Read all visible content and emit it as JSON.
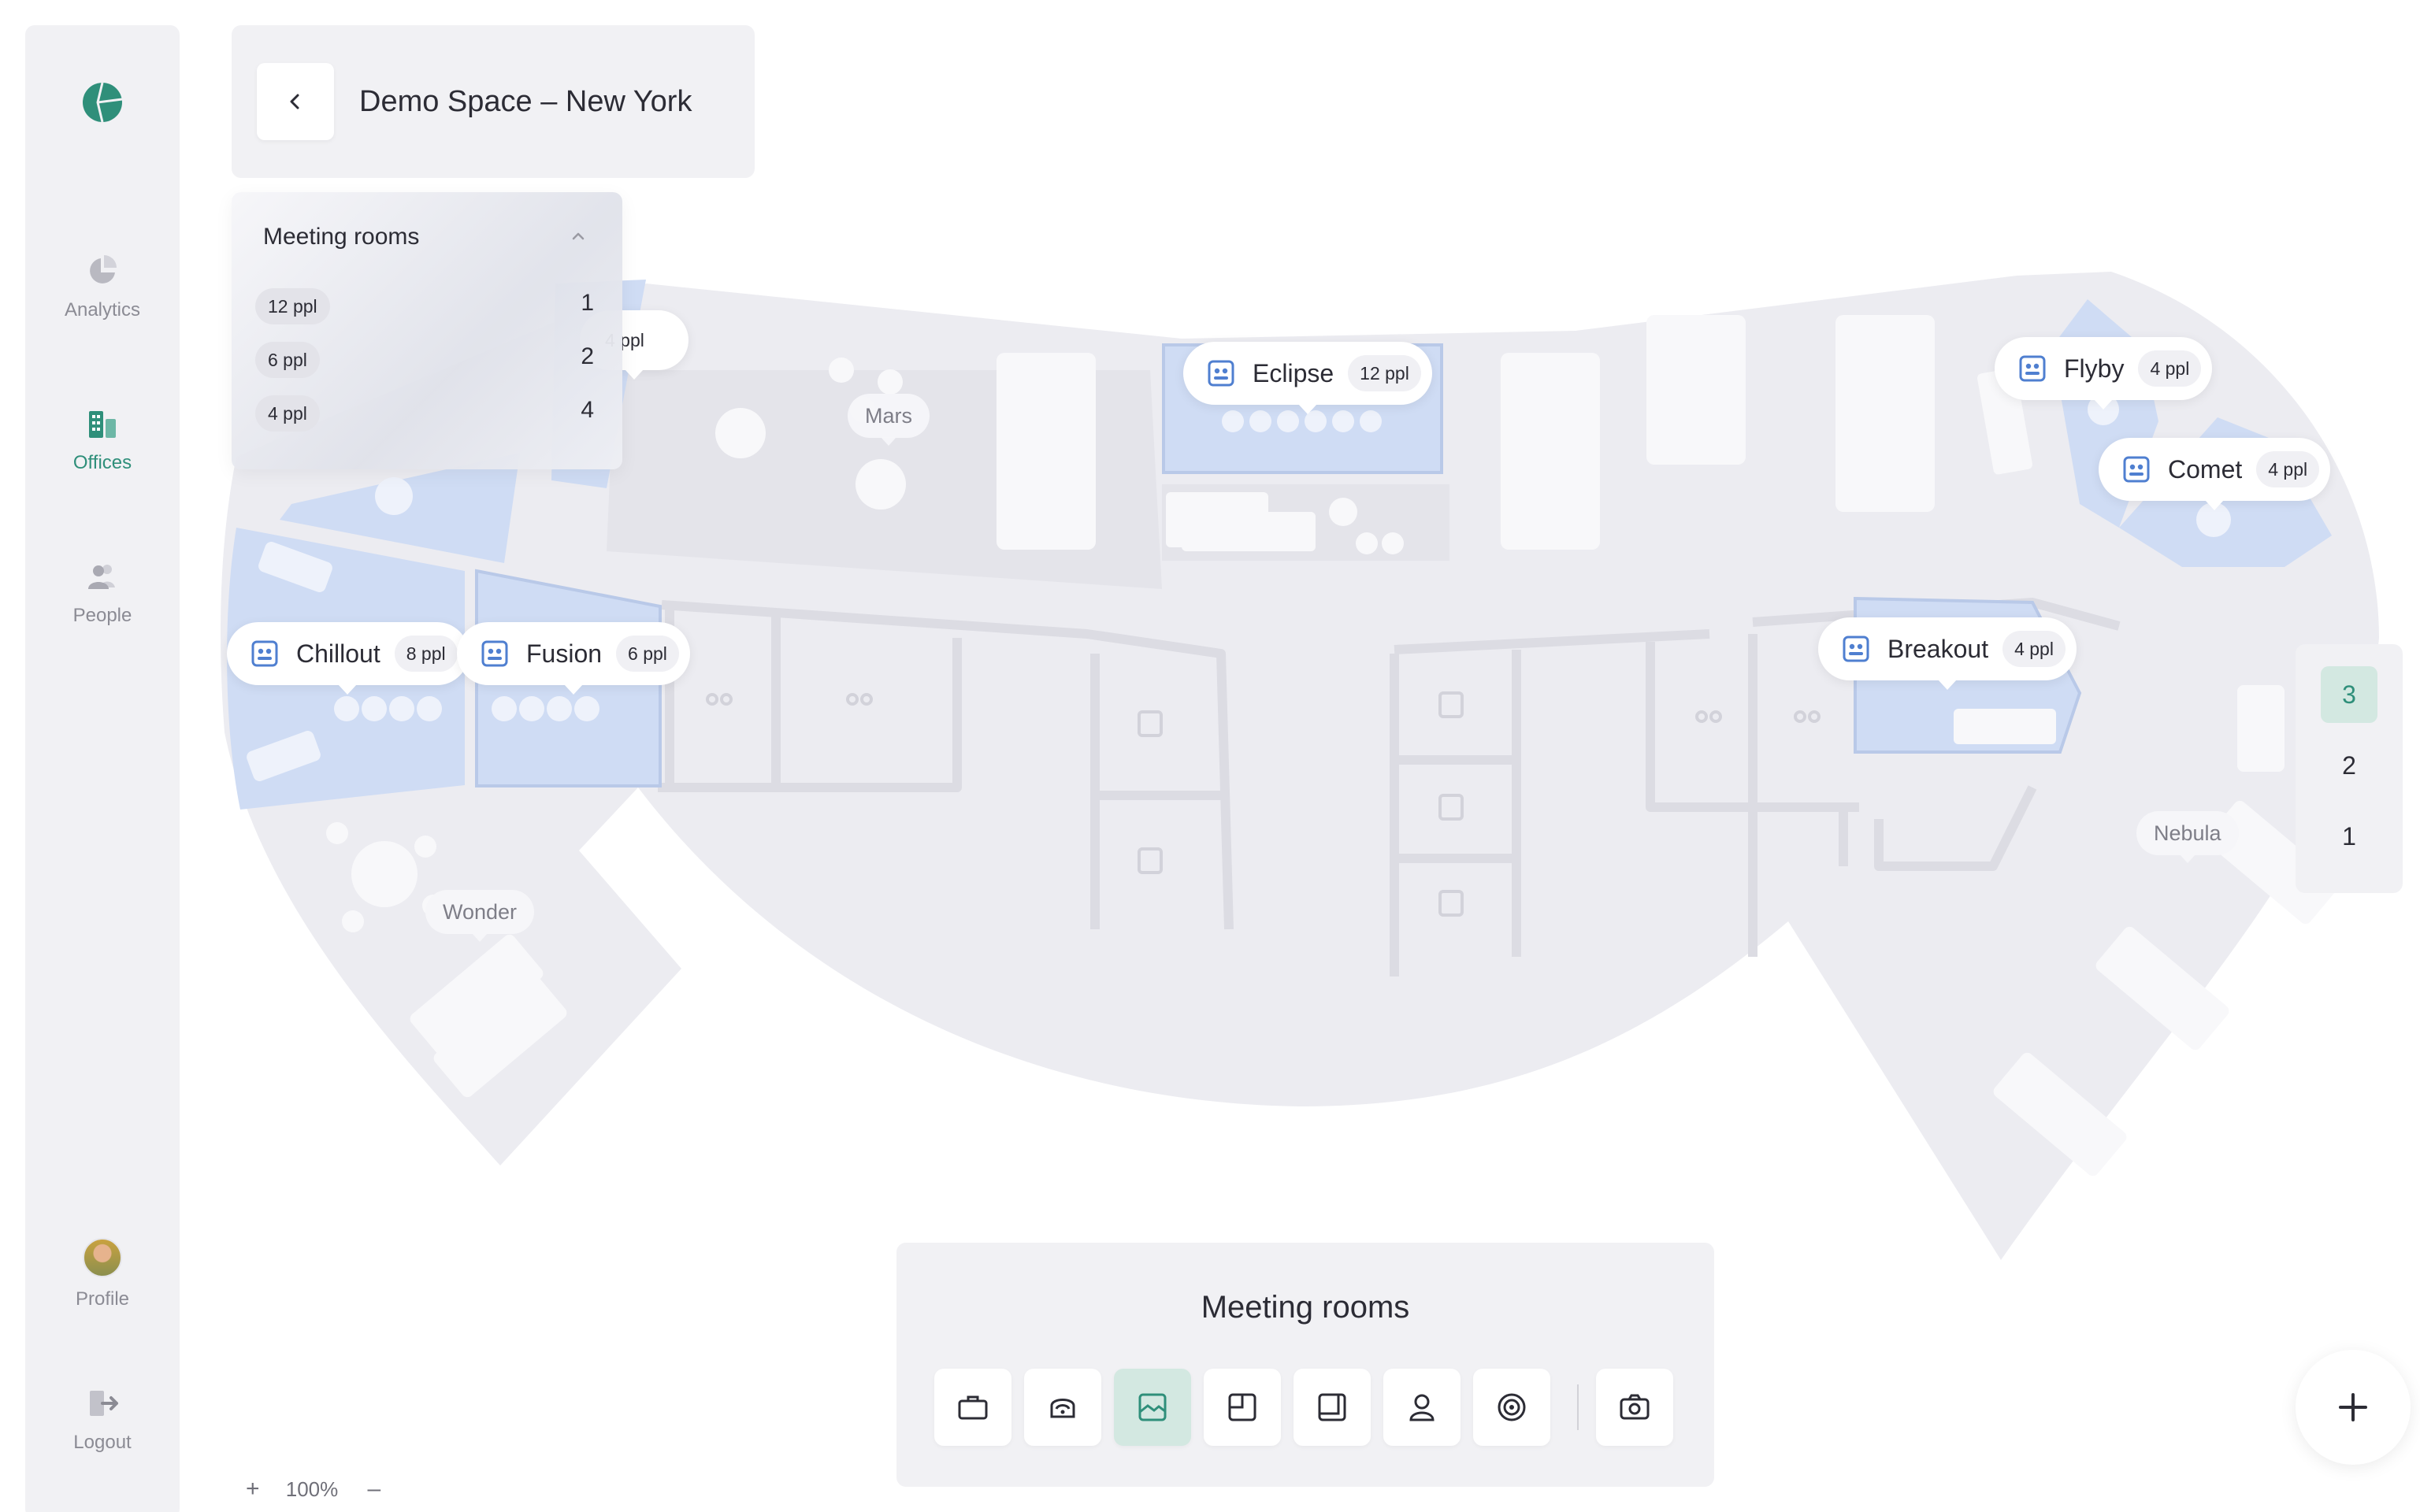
{
  "header": {
    "title": "Demo Space – New York"
  },
  "sidebar": {
    "items": [
      {
        "label": "Analytics"
      },
      {
        "label": "Offices"
      },
      {
        "label": "People"
      },
      {
        "label": "Profile"
      },
      {
        "label": "Logout"
      }
    ]
  },
  "filter_panel": {
    "title": "Meeting rooms",
    "rows": [
      {
        "capacity": "12 ppl",
        "count": "1"
      },
      {
        "capacity": "6 ppl",
        "count": "2"
      },
      {
        "capacity": "4 ppl",
        "count": "4"
      }
    ]
  },
  "rooms": {
    "eclipse": {
      "name": "Eclipse",
      "capacity": "12 ppl"
    },
    "flyby": {
      "name": "Flyby",
      "capacity": "4 ppl"
    },
    "comet": {
      "name": "Comet",
      "capacity": "4 ppl"
    },
    "chillout": {
      "name": "Chillout",
      "capacity": "8 ppl"
    },
    "fusion": {
      "name": "Fusion",
      "capacity": "6 ppl"
    },
    "breakout": {
      "name": "Breakout",
      "capacity": "4 ppl"
    },
    "partial": {
      "capacity": "4 ppl"
    }
  },
  "zones": {
    "mars": "Mars",
    "wonder": "Wonder",
    "nebula": "Nebula"
  },
  "floors": [
    "3",
    "2",
    "1"
  ],
  "toolbar": {
    "title": "Meeting rooms"
  },
  "zoom": {
    "plus": "+",
    "level": "100%",
    "minus": "–"
  },
  "colors": {
    "accent": "#2f8f7a",
    "room_fill": "#cfdcf4",
    "floor": "#ececf1"
  },
  "icons": {
    "tools": [
      "briefcase-icon",
      "parking-icon",
      "meeting-room-icon",
      "area-icon",
      "desk-icon",
      "person-icon",
      "target-icon",
      "camera-icon"
    ]
  }
}
